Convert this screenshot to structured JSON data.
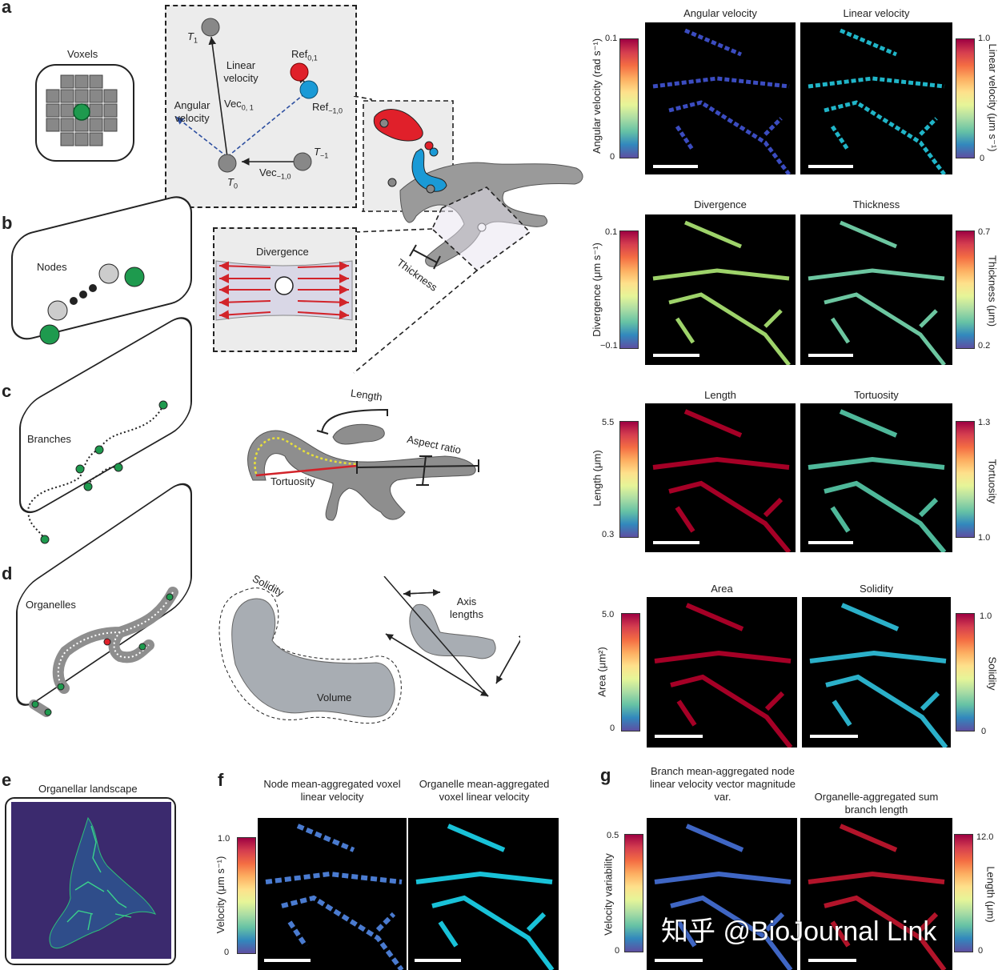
{
  "panel_letters": {
    "a": "a",
    "b": "b",
    "c": "c",
    "d": "d",
    "e": "e",
    "f": "f",
    "g": "g"
  },
  "panel_a": {
    "voxels_label": "Voxels",
    "t1": "T",
    "t1_sub": "1",
    "linear_velocity": "Linear velocity",
    "vec01": "Vec",
    "vec01_sub": "0, 1",
    "angular_velocity": "Angular velocity",
    "ref01": "Ref",
    "ref01_sub": "0,1",
    "ref_10": "Ref",
    "ref_10_sub": "−1,0",
    "t_1": "T",
    "t_1_sub": "−1",
    "vec_10": "Vec",
    "vec_10_sub": "−1,0",
    "t0": "T",
    "t0_sub": "0"
  },
  "panel_b": {
    "nodes_label": "Nodes",
    "divergence_label": "Divergence",
    "thickness_label": "Thickness"
  },
  "panel_c": {
    "branches_label": "Branches",
    "length_label": "Length",
    "aspect_label": "Aspect ratio",
    "tortuosity_label": "Tortuosity"
  },
  "panel_d": {
    "organelles_label": "Organelles",
    "solidity_label": "Solidity",
    "axis_label": "Axis lengths",
    "volume_label": "Volume"
  },
  "panel_e": {
    "title": "Organellar landscape"
  },
  "maps": {
    "angular": {
      "title": "Angular velocity",
      "cbar_label": "Angular velocity (rad s⁻¹)",
      "max": "0.1",
      "min": "0"
    },
    "linear": {
      "title": "Linear velocity",
      "cbar_label": "Linear velocity (μm s⁻¹)",
      "max": "1.0",
      "min": "0"
    },
    "divergence": {
      "title": "Divergence",
      "cbar_label": "Divergence (μm s⁻¹)",
      "max": "0.1",
      "min": "−0.1"
    },
    "thickness": {
      "title": "Thickness",
      "cbar_label": "Thickness (μm)",
      "max": "0.7",
      "min": "0.2"
    },
    "length": {
      "title": "Length",
      "cbar_label": "Length (μm)",
      "max": "5.5",
      "min": "0.3"
    },
    "tortuosity": {
      "title": "Tortuosity",
      "cbar_label": "Tortuosity",
      "max": "1.3",
      "min": "1.0"
    },
    "area": {
      "title": "Area",
      "cbar_label": "Area (μm²)",
      "max": "5.0",
      "min": "0"
    },
    "solidity": {
      "title": "Solidity",
      "cbar_label": "Solidity",
      "max": "1.0",
      "min": "0"
    },
    "node_vel": {
      "title": "Node mean-aggregated voxel linear velocity",
      "cbar_label": "Velocity (μm s⁻¹)",
      "max": "1.0",
      "min": "0"
    },
    "organelle_vel": {
      "title": "Organelle mean-aggregated voxel linear velocity"
    },
    "branch_var": {
      "title": "Branch mean-aggregated node linear velocity vector magnitude var.",
      "cbar_label": "Velocity variability",
      "max": "0.5",
      "min": "0"
    },
    "org_len": {
      "title": "Organelle-aggregated sum branch length",
      "cbar_label": "Length (μm)",
      "max": "12.0",
      "min": "0"
    }
  },
  "watermark": "知乎 @BioJournal Link"
}
